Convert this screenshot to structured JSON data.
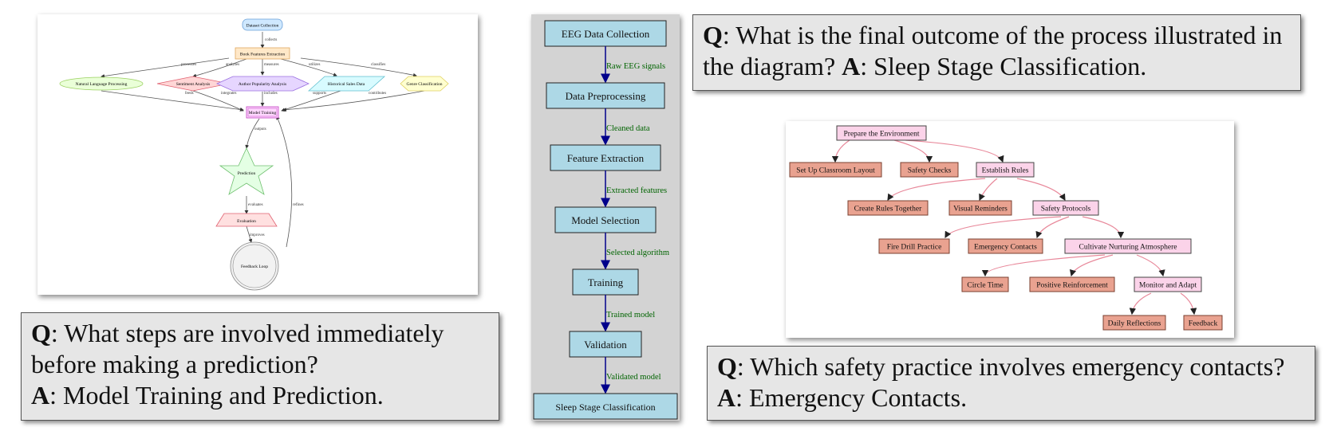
{
  "panel1": {
    "nodes": {
      "dataset": "Dataset Collection",
      "features": "Book Features Extraction",
      "nlp": "Natural Language Processing",
      "sentiment": "Sentiment Analysis",
      "popularity": "Author Popularity Analysis",
      "sales": "Historical Sales Data",
      "genre": "Genre Classification",
      "training": "Model Training",
      "prediction": "Prediction",
      "evaluation": "Evaluation",
      "feedback": "Feedback Loop"
    },
    "edges": {
      "collects": "collects",
      "processes": "processes",
      "analyzes": "analyzes",
      "measures": "measures",
      "utilizes": "utilizes",
      "classifies": "classifies",
      "feeds": "feeds",
      "integrates": "integrates",
      "includes": "includes",
      "supports": "supports",
      "contributes": "contributes",
      "outputs": "outputs",
      "evaluates": "evaluates",
      "improves": "improves",
      "refines": "refines"
    },
    "colors": {
      "dataset": "#cfe8ff",
      "features": "#ffe8c8",
      "nlp": "#eaffd8",
      "sentiment": "#ffd6d6",
      "popularity": "#e6d6ff",
      "sales": "#d8fbff",
      "genre": "#ffffd0",
      "training": "#ffd8ff",
      "prediction": "#e4ffe4",
      "evaluation": "#ffe0e0"
    }
  },
  "qa1": {
    "q": "What steps are involved immediately before making a prediction?",
    "a": "Model Training and Prediction."
  },
  "panel2": {
    "steps": [
      "EEG Data Collection",
      "Data Preprocessing",
      "Feature Extraction",
      "Model Selection",
      "Training",
      "Validation",
      "Sleep Stage Classification"
    ],
    "edges": [
      "Raw EEG signals",
      "Cleaned data",
      "Extracted features",
      "Selected algorithm",
      "Trained model",
      "Validated model"
    ],
    "colors": {
      "box": "#add8e6",
      "background": "#d3d3d3",
      "arrow": "#00008b",
      "edge_label": "#006400"
    }
  },
  "qa2": {
    "q": "What is the final outcome of the process illustrated in the diagram?",
    "a": "Sleep Stage Classification."
  },
  "panel3": {
    "nodes": {
      "prepare": "Prepare the Environment",
      "classroom": "Set Up Classroom Layout",
      "safety_checks": "Safety Checks",
      "rules": "Establish Rules",
      "create_rules": "Create Rules Together",
      "visual": "Visual Reminders",
      "protocols": "Safety Protocols",
      "fire": "Fire Drill Practice",
      "emergency": "Emergency Contacts",
      "nurturing": "Cultivate Nurturing Atmosphere",
      "circle": "Circle Time",
      "positive": "Positive Reinforcement",
      "monitor": "Monitor and Adapt",
      "reflections": "Daily Reflections",
      "feedback": "Feedback"
    },
    "colors": {
      "parent": "#fbd3e9",
      "leaf": "#e9a290",
      "edge": "#e8889a"
    }
  },
  "qa3": {
    "q": "Which safety practice involves emergency contacts?",
    "a": "Emergency Contacts."
  },
  "labels": {
    "q": "Q",
    "a": "A"
  }
}
